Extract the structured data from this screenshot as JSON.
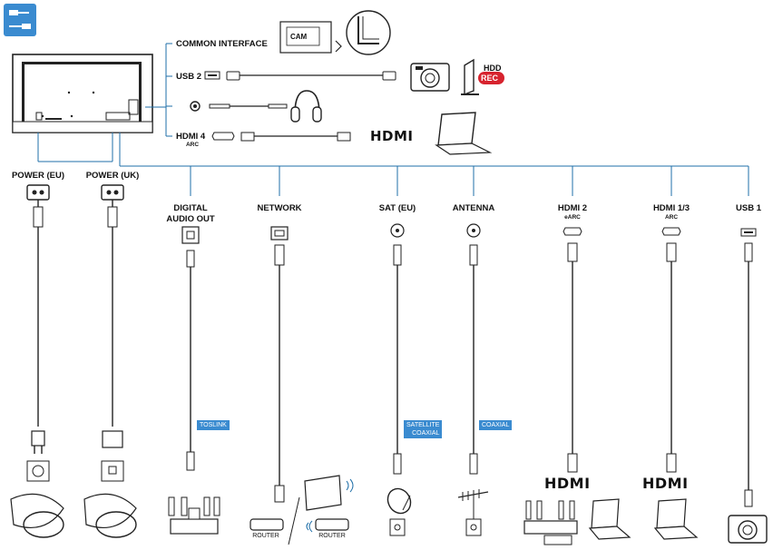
{
  "top": {
    "common_interface": "COMMON INTERFACE",
    "cam": "CAM",
    "usb2": "USB 2",
    "hdd": "HDD",
    "rec": "REC",
    "hdmi4": "HDMI 4",
    "hdmi4_sub": "ARC",
    "hdmi_logo": "HDMI"
  },
  "ports": {
    "power_eu": "POWER (EU)",
    "power_uk": "POWER (UK)",
    "digital_audio_out_1": "DIGITAL",
    "digital_audio_out_2": "AUDIO OUT",
    "network": "NETWORK",
    "sat_eu": "SAT (EU)",
    "antenna": "ANTENNA",
    "hdmi2": "HDMI 2",
    "hdmi2_sub": "eARC",
    "hdmi13": "HDMI 1/3",
    "hdmi13_sub": "ARC",
    "usb1": "USB 1"
  },
  "tags": {
    "toslink": "TOSLINK",
    "satellite_1": "SATELLITE",
    "satellite_2": "COAXIAL",
    "coaxial": "COAXIAL"
  },
  "bottom": {
    "router1": "ROUTER",
    "router2": "ROUTER",
    "hdmi_logo_2": "HDMI",
    "hdmi_logo_3": "HDMI"
  },
  "colors": {
    "line_blue": "#1f6fa8",
    "tag_blue": "#3a8bd0",
    "rec_red": "#d7232e",
    "icon_badge": "#3a8bd0"
  }
}
